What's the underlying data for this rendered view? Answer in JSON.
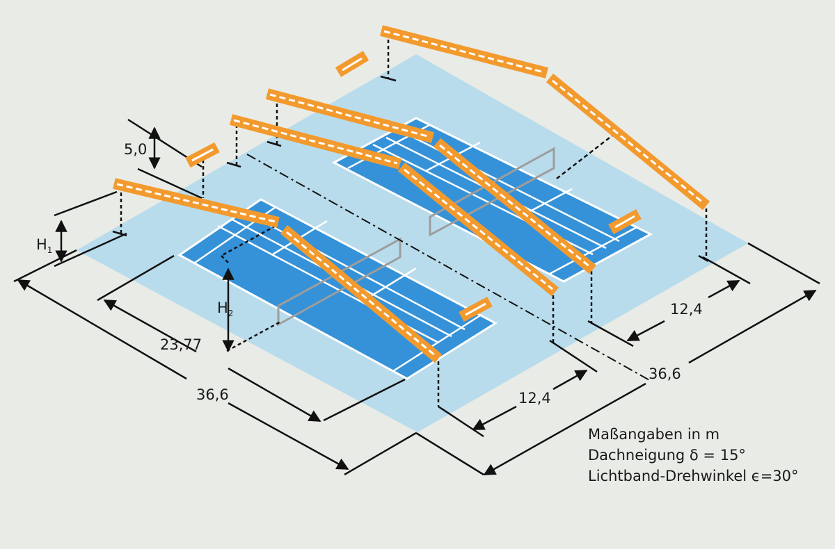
{
  "diagram": {
    "colors": {
      "background": "#e9ebe6",
      "floor": "#b9dcec",
      "court": "#3592d8",
      "court_lines": "#ffffff",
      "beam": "#f39a2e",
      "beam_dash": "#ffffff",
      "net": "#9d9d9d",
      "ink": "#111111"
    },
    "dimensions": {
      "h1": "H",
      "h1_sub": "1",
      "h2": "H",
      "h2_sub": "2",
      "height": "5,0",
      "court_length": "23,77",
      "hall_length": "36,6",
      "hall_depth": "36,6",
      "bay_width_front": "12,4",
      "bay_width_back": "12,4"
    },
    "legend": {
      "units": "Maßangaben in m",
      "roof_pitch": "Dachneigung δ = 15°",
      "skylight": "Lichtband-Drehwinkel ϵ=30°"
    }
  }
}
